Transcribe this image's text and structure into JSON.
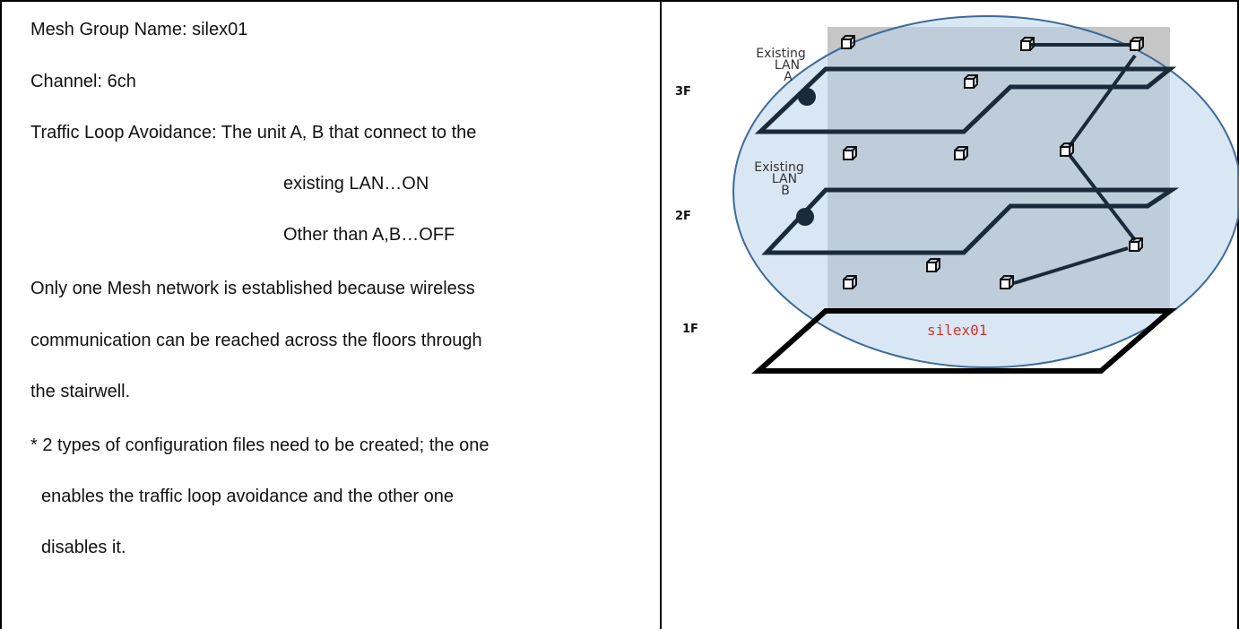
{
  "left": {
    "mesh_group": "Mesh Group Name: silex01",
    "channel": "Channel: 6ch",
    "loop_line1": "Traffic Loop Avoidance: The unit A, B that connect to the",
    "loop_line2": "existing LAN…ON",
    "loop_line3": "Other than A,B…OFF",
    "mesh_line1": "Only one Mesh network is established because wireless",
    "mesh_line2": "communication can be reached across the floors through",
    "mesh_line3": "the stairwell.",
    "note_line1": "* 2 types of configuration files need to be created; the one",
    "note_line2": "enables the traffic loop avoidance and the other one",
    "note_line3": "disables it."
  },
  "diagram": {
    "floor_3": "3F",
    "floor_2": "2F",
    "floor_1": "1F",
    "lan_a_line1": "Existing",
    "lan_a_line2": "LAN",
    "lan_a_line3": "A",
    "lan_b_line1": "Existing",
    "lan_b_line2": "LAN",
    "lan_b_line3": "B",
    "mesh_name": "silex01",
    "colors": {
      "ellipse_fill": "#b9d3ed",
      "ellipse_stroke": "#3d6a98",
      "stairwell_fill": "#c6c6c6",
      "mesh_name": "#d0342c",
      "floor_line": "#1a2a3a"
    }
  }
}
